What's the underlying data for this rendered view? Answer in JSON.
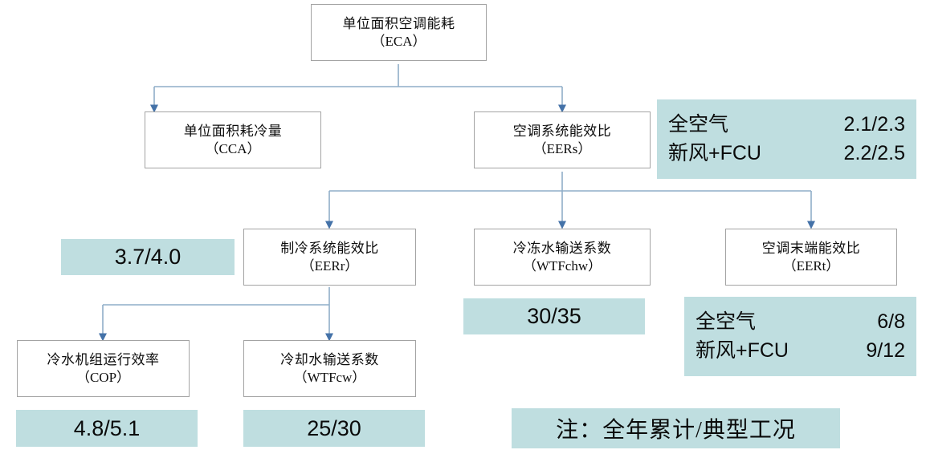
{
  "diagram": {
    "title_node": {
      "cn": "单位面积空调能耗",
      "en": "（ECA）"
    },
    "nodes": [
      {
        "id": "eca",
        "cn": "单位面积空调能耗",
        "en": "（ECA）"
      },
      {
        "id": "cca",
        "cn": "单位面积耗冷量",
        "en": "（CCA）"
      },
      {
        "id": "eers",
        "cn": "空调系统能效比",
        "en": "（EERs）"
      },
      {
        "id": "eerr",
        "cn": "制冷系统能效比",
        "en": "（EERr）"
      },
      {
        "id": "wtfchw",
        "cn": "冷冻水输送系数",
        "en": "（WTFchw）"
      },
      {
        "id": "eert",
        "cn": "空调末端能效比",
        "en": "（EERt）"
      },
      {
        "id": "cop",
        "cn": "冷水机组运行效率",
        "en": "（COP）"
      },
      {
        "id": "wtfcw",
        "cn": "冷却水输送系数",
        "en": "（WTFcw）"
      }
    ],
    "chips": {
      "eers_values": {
        "rows": [
          {
            "label": "全空气",
            "value": "2.1/2.3"
          },
          {
            "label": "新风+FCU",
            "value": "2.2/2.5"
          }
        ]
      },
      "eerr_value": "3.7/4.0",
      "wtfchw_value": "30/35",
      "eert_values": {
        "rows": [
          {
            "label": "全空气",
            "value": "6/8"
          },
          {
            "label": "新风+FCU",
            "value": "9/12"
          }
        ]
      },
      "cop_value": "4.8/5.1",
      "wtfcw_value": "25/30",
      "note": "注：全年累计/典型工况"
    },
    "colors": {
      "highlight": "#bfdee0",
      "box_border": "#a3a3a3",
      "connector": "#8faec8",
      "arrow_head": "#4472a8",
      "text": "#0d0d0d"
    }
  }
}
